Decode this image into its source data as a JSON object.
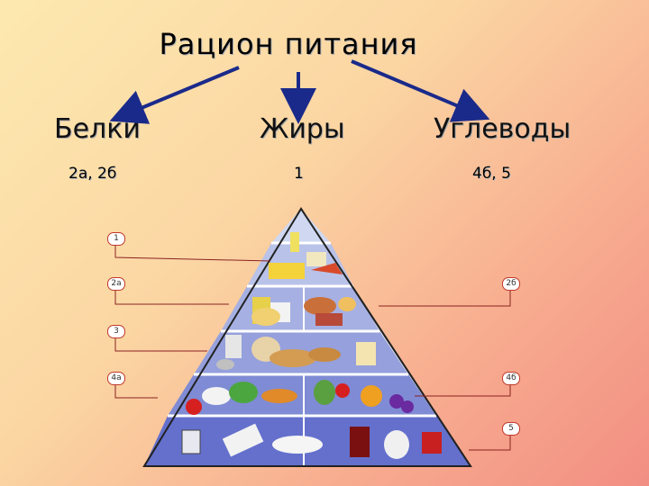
{
  "title": "Рацион  питания",
  "categories": [
    {
      "name": "Белки",
      "levels": "2а, 2б"
    },
    {
      "name": "Жиры",
      "levels": "1"
    },
    {
      "name": "Углеводы",
      "levels": "4б, 5"
    }
  ],
  "pyramid_tags": {
    "t1": "1",
    "t2a": "2а",
    "t2b": "2б",
    "t3": "3",
    "t4a": "4а",
    "t4b": "4б",
    "t5": "5"
  }
}
